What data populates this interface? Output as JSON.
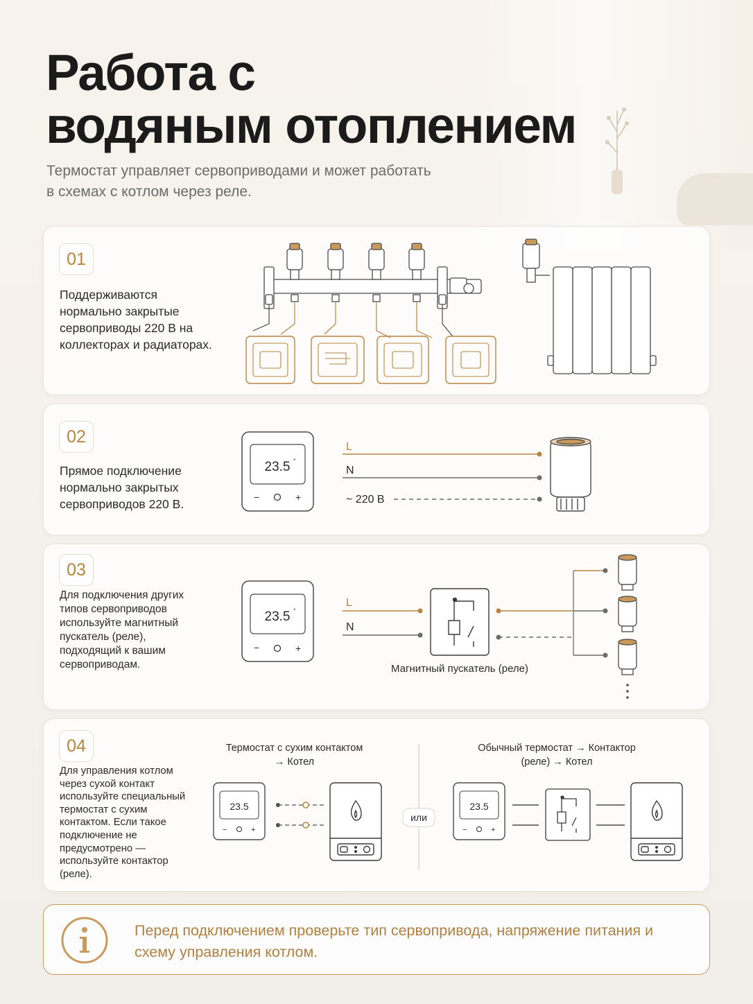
{
  "header": {
    "title_line1": "Работа с",
    "title_line2": "водяным отоплением",
    "subtitle": "Термостат управляет сервоприводами и может работать в схемах с котлом через реле."
  },
  "colors": {
    "accent": "#b9843f",
    "line_dark": "#6b6b6b",
    "text": "#1c1c1c"
  },
  "sections": [
    {
      "number": "01",
      "text": "Поддерживаются нормально закрытые сервоприводы 220 В на коллекторах и радиаторах."
    },
    {
      "number": "02",
      "text": "Прямое подключение нормально закрытых сервоприводов 220 В.",
      "thermostat_display": "23.5",
      "wire_labels": [
        "L",
        "N",
        "~ 220 В"
      ]
    },
    {
      "number": "03",
      "text": "Для подключения других типов сервоприводов используйте магнитный пускатель (реле), подходящий к вашим сервоприводам.",
      "thermostat_display": "23.5",
      "wire_labels": [
        "L",
        "N"
      ],
      "relay_label": "Магнитный пускатель (реле)"
    },
    {
      "number": "04",
      "text": "Для управления котлом через сухой контакт используйте специальный термостат с сухим контактом. Если такое подключение не предусмотрено — используйте контактор (реле).",
      "thermostat_display": "23.5",
      "scheme_a_title": "Термостат с сухим контактом → Котел",
      "scheme_b_title": "Обычный термостат → Контактор (реле) → Котел",
      "separator": "или"
    }
  ],
  "note": {
    "icon": "info-icon",
    "text": "Перед подключением проверьте тип сервопривода, напряжение питания и схему управления котлом."
  }
}
